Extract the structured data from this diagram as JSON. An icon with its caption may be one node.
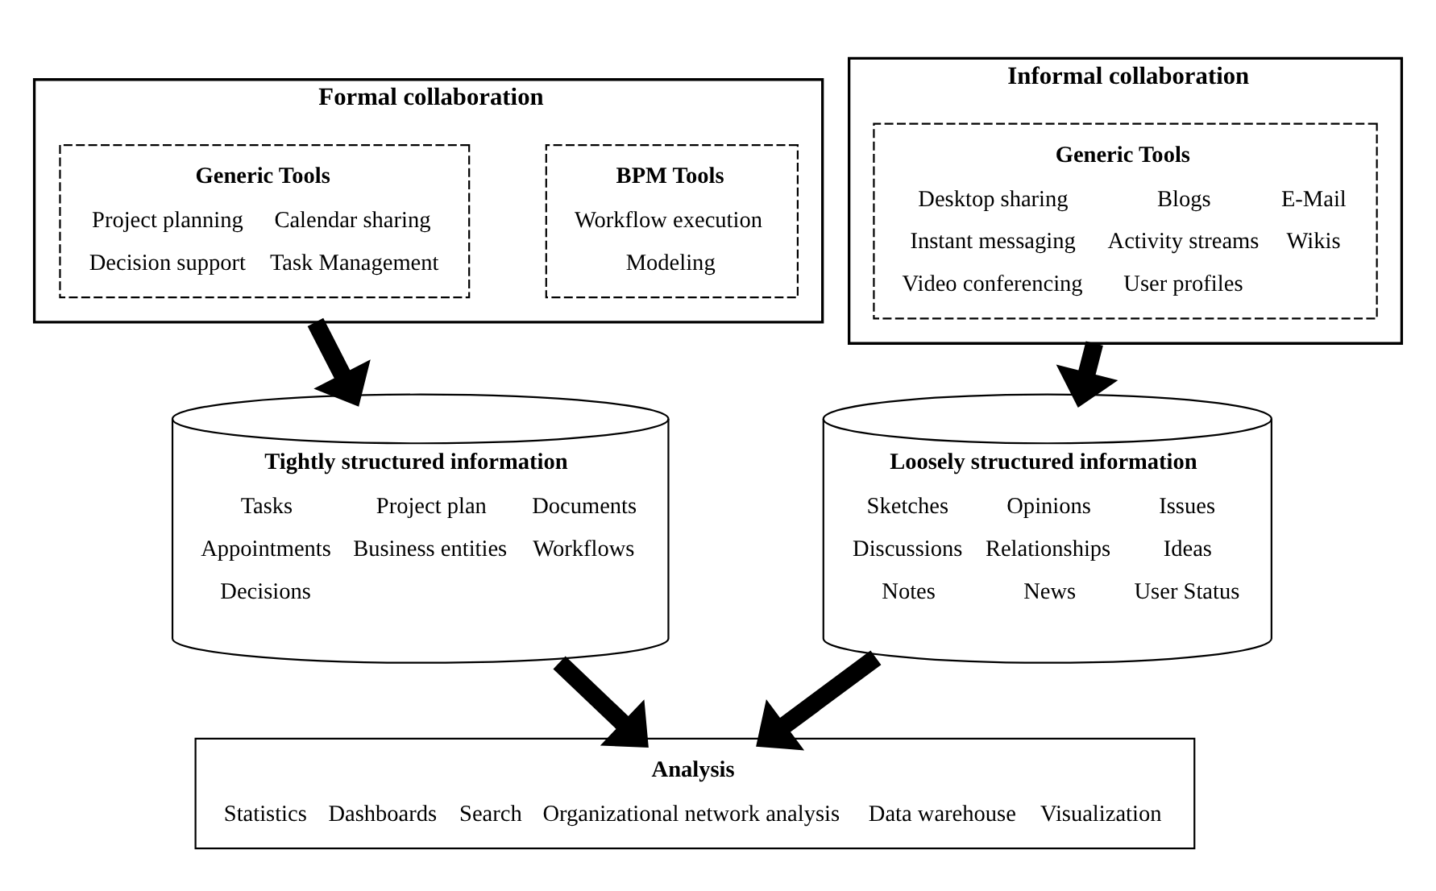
{
  "diagram": {
    "nodes": [
      {
        "text": [
          "Formal collaboration"
        ]
      },
      {
        "text": [
          "BPM Tools",
          "Workflow execution",
          "Modeling"
        ],
        "in": 0
      },
      {
        "text": [
          "Generic Tools",
          "Project planning",
          "Calendar sharing",
          "Decision support",
          "Task Management"
        ],
        "in": 0
      },
      {
        "text": [
          "Informal collaboration"
        ]
      },
      {
        "text": [
          "Generic Tools",
          "Desktop sharing",
          "Blogs",
          "E-Mail",
          "Instant messaging",
          "Activity streams",
          "Wikis",
          "Video conferencing",
          "User profiles"
        ],
        "in": 3
      },
      {
        "text": [
          "Tightly structured information",
          "Tasks",
          "Project plan",
          "Documents",
          "Appointments",
          "Business entities",
          "Workflows",
          "Decisions"
        ]
      },
      {
        "text": [
          "Loosely structured information",
          "Sketches",
          "Opinions",
          "Issues",
          "Discussions",
          "Relationships",
          "Ideas",
          "Notes",
          "News",
          "User Status"
        ]
      },
      {
        "text": [
          "Analysis",
          "Statistics",
          "Dashboards",
          "Search",
          "Organizational network analysis",
          "Data warehouse",
          "Visualization"
        ]
      }
    ],
    "edges": [
      {
        "from": 0,
        "to": 5,
        "arrow": "to"
      },
      {
        "from": 3,
        "to": 6,
        "arrow": "to"
      },
      {
        "from": 5,
        "to": 7,
        "arrow": "to"
      },
      {
        "from": 6,
        "to": 7,
        "arrow": "to"
      }
    ]
  }
}
